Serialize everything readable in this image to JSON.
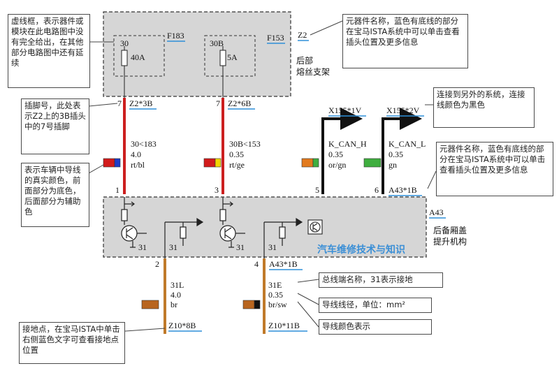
{
  "fuse_box": {
    "component": "F183",
    "component2": "F153",
    "connector": "Z2",
    "label_line1": "后部",
    "label_line2": "熔丝支架",
    "fuse1": {
      "number": "30",
      "rating": "40A"
    },
    "fuse2": {
      "number": "30B",
      "rating": "5A"
    }
  },
  "pins": {
    "p1": {
      "num": "7",
      "name": "Z2*3B"
    },
    "p2": {
      "num": "7",
      "name": "Z2*6B"
    },
    "p3": {
      "name": "X155*1V"
    },
    "p4": {
      "name": "X155*2V"
    }
  },
  "wires": {
    "w1": {
      "l1": "30<183",
      "l2": "4.0",
      "l3": "rt/bl"
    },
    "w2": {
      "l1": "30B<153",
      "l2": "0.35",
      "l3": "rt/ge"
    },
    "w3": {
      "l1": "K_CAN_H",
      "l2": "0.35",
      "l3": "or/gn"
    },
    "w4": {
      "l1": "K_CAN_L",
      "l2": "0.35",
      "l3": "gn"
    },
    "w5": {
      "l1": "31L",
      "l2": "4.0",
      "l3": "br"
    },
    "w6": {
      "l1": "31E",
      "l2": "0.35",
      "l3": "br/sw"
    }
  },
  "module": {
    "pin1": "1",
    "pin3": "3",
    "pin5": "5",
    "pin6": "6",
    "connector_top": "A43*1B",
    "name": "A43",
    "label_line1": "后备厢盖",
    "label_line2": "提升机构",
    "ground1": "31",
    "ground2": "31",
    "ground3": "31",
    "ground4": "31",
    "pin2": "2",
    "pin4": "4",
    "connector_bottom": "A43*1B"
  },
  "grounds": {
    "g1": "Z10*8B",
    "g2": "Z10*11B"
  },
  "watermark": "汽车维修技术与知识",
  "annotations": {
    "dashed_box": "虚线框，表示器件或模块在此电路图中没有完全给出，在其他部分电路图中还有延续",
    "component_name": "元器件名称，蓝色有底线的部分在宝马ISTA系统中可以单击查看插头位置及更多信息",
    "pin_number": "插脚号，此处表示Z2上的3B插头中的7号插脚",
    "black_wire": "连接到另外的系统，连接线颜色为黑色",
    "wire_color": "表示车辆中导线的真实颜色，前面部分为底色，后面部分为辅助色",
    "component_name2": "元器件名称，蓝色有底线的部分在宝马ISTA系统中可以单击查看插头位置及更多信息",
    "ground_point": "接地点，在宝马ISTA中单击右侧蓝色文字可查看接地点位置",
    "bus_terminal": "总线端名称，31表示接地",
    "wire_gauge": "导线线径，单位：mm²",
    "wire_color_code": "导线颜色表示"
  },
  "colors": {
    "box_fill": "#d6d6d6",
    "red_wire": "#cc1f1f",
    "brown_wire": "#c07a2a",
    "black_wire": "#111111",
    "underline_blue": "#2f8fd8",
    "watermark": "#3b8fd6"
  }
}
